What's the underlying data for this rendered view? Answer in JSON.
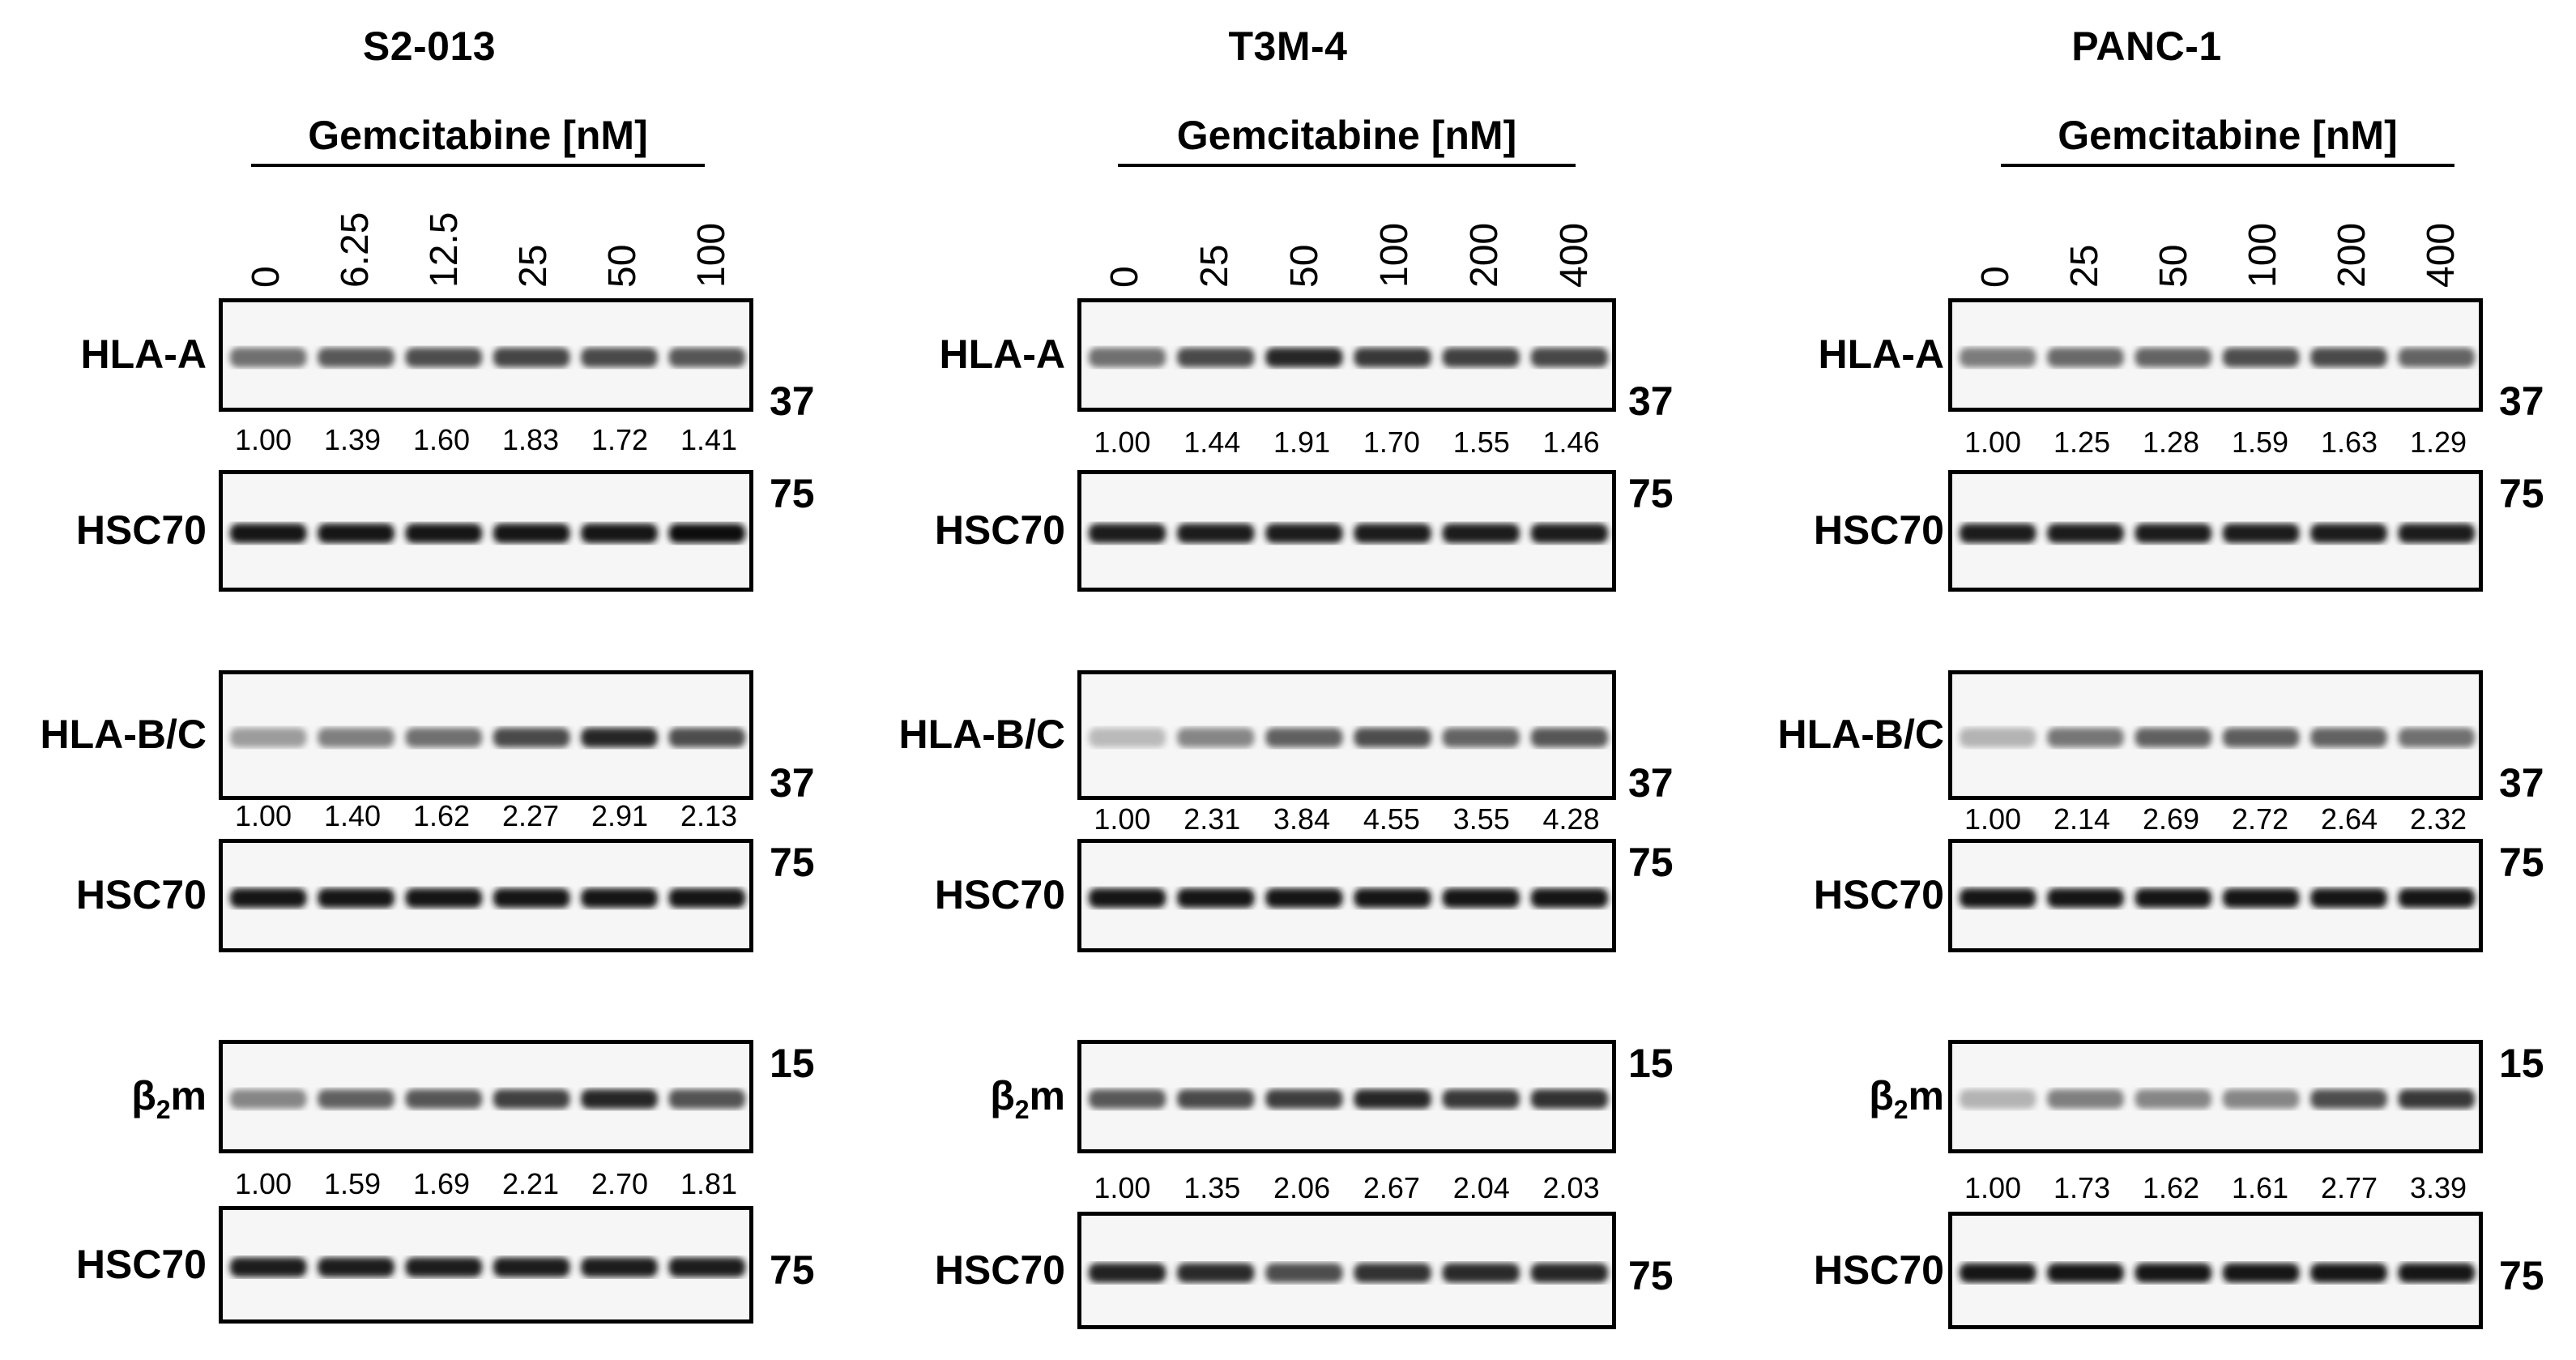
{
  "treatment_label": "Gemcitabine [nM]",
  "panels": [
    {
      "title": "S2-013",
      "concentrations": [
        "0",
        "6.25",
        "12.5",
        "25",
        "50",
        "100"
      ],
      "blots": [
        {
          "label": "HLA-A",
          "mw": "37",
          "quant": [
            "1.00",
            "1.39",
            "1.60",
            "1.83",
            "1.72",
            "1.41"
          ],
          "intensity": [
            0.55,
            0.65,
            0.7,
            0.74,
            0.72,
            0.66
          ]
        },
        {
          "label": "HSC70",
          "mw": "75",
          "quant": [],
          "intensity": [
            0.95,
            0.95,
            0.95,
            0.95,
            0.95,
            0.97
          ]
        },
        {
          "label": "HLA-B/C",
          "mw": "37",
          "quant": [
            "1.00",
            "1.40",
            "1.62",
            "2.27",
            "2.91",
            "2.13"
          ],
          "intensity": [
            0.35,
            0.48,
            0.55,
            0.72,
            0.88,
            0.7
          ]
        },
        {
          "label": "HSC70",
          "mw": "75",
          "quant": [],
          "intensity": [
            0.95,
            0.95,
            0.95,
            0.95,
            0.95,
            0.95
          ]
        },
        {
          "label": "β2m",
          "mw": "15",
          "quant": [
            "1.00",
            "1.59",
            "1.69",
            "2.21",
            "2.70",
            "1.81"
          ],
          "intensity": [
            0.45,
            0.62,
            0.66,
            0.76,
            0.88,
            0.68
          ]
        },
        {
          "label": "HSC70",
          "mw": "75",
          "quant": [],
          "intensity": [
            0.92,
            0.92,
            0.92,
            0.92,
            0.92,
            0.92
          ]
        }
      ]
    },
    {
      "title": "T3M-4",
      "concentrations": [
        "0",
        "25",
        "50",
        "100",
        "200",
        "400"
      ],
      "blots": [
        {
          "label": "HLA-A",
          "mw": "37",
          "quant": [
            "1.00",
            "1.44",
            "1.91",
            "1.70",
            "1.55",
            "1.46"
          ],
          "intensity": [
            0.55,
            0.72,
            0.88,
            0.8,
            0.76,
            0.73
          ]
        },
        {
          "label": "HSC70",
          "mw": "75",
          "quant": [],
          "intensity": [
            0.93,
            0.93,
            0.93,
            0.93,
            0.93,
            0.93
          ]
        },
        {
          "label": "HLA-B/C",
          "mw": "37",
          "quant": [
            "1.00",
            "2.31",
            "3.84",
            "4.55",
            "3.55",
            "4.28"
          ],
          "intensity": [
            0.22,
            0.45,
            0.62,
            0.7,
            0.6,
            0.66
          ]
        },
        {
          "label": "HSC70",
          "mw": "75",
          "quant": [],
          "intensity": [
            0.94,
            0.94,
            0.94,
            0.94,
            0.94,
            0.94
          ]
        },
        {
          "label": "β2m",
          "mw": "15",
          "quant": [
            "1.00",
            "1.35",
            "2.06",
            "2.67",
            "2.04",
            "2.03"
          ],
          "intensity": [
            0.65,
            0.72,
            0.78,
            0.88,
            0.8,
            0.82
          ]
        },
        {
          "label": "HSC70",
          "mw": "75",
          "quant": [],
          "intensity": [
            0.9,
            0.85,
            0.7,
            0.82,
            0.86,
            0.88
          ]
        }
      ]
    },
    {
      "title": "PANC-1",
      "concentrations": [
        "0",
        "25",
        "50",
        "100",
        "200",
        "400"
      ],
      "blots": [
        {
          "label": "HLA-A",
          "mw": "37",
          "quant": [
            "1.00",
            "1.25",
            "1.28",
            "1.59",
            "1.63",
            "1.29"
          ],
          "intensity": [
            0.5,
            0.58,
            0.6,
            0.7,
            0.72,
            0.6
          ]
        },
        {
          "label": "HSC70",
          "mw": "75",
          "quant": [],
          "intensity": [
            0.93,
            0.93,
            0.93,
            0.93,
            0.93,
            0.93
          ]
        },
        {
          "label": "HLA-B/C",
          "mw": "37",
          "quant": [
            "1.00",
            "2.14",
            "2.69",
            "2.72",
            "2.64",
            "2.32"
          ],
          "intensity": [
            0.25,
            0.52,
            0.62,
            0.63,
            0.61,
            0.55
          ]
        },
        {
          "label": "HSC70",
          "mw": "75",
          "quant": [],
          "intensity": [
            0.94,
            0.94,
            0.94,
            0.94,
            0.94,
            0.94
          ]
        },
        {
          "label": "β2m",
          "mw": "15",
          "quant": [
            "1.00",
            "1.73",
            "1.62",
            "1.61",
            "2.77",
            "3.39"
          ],
          "intensity": [
            0.25,
            0.48,
            0.45,
            0.45,
            0.7,
            0.8
          ]
        },
        {
          "label": "HSC70",
          "mw": "75",
          "quant": [],
          "intensity": [
            0.95,
            0.95,
            0.95,
            0.95,
            0.95,
            0.95
          ]
        }
      ]
    }
  ]
}
